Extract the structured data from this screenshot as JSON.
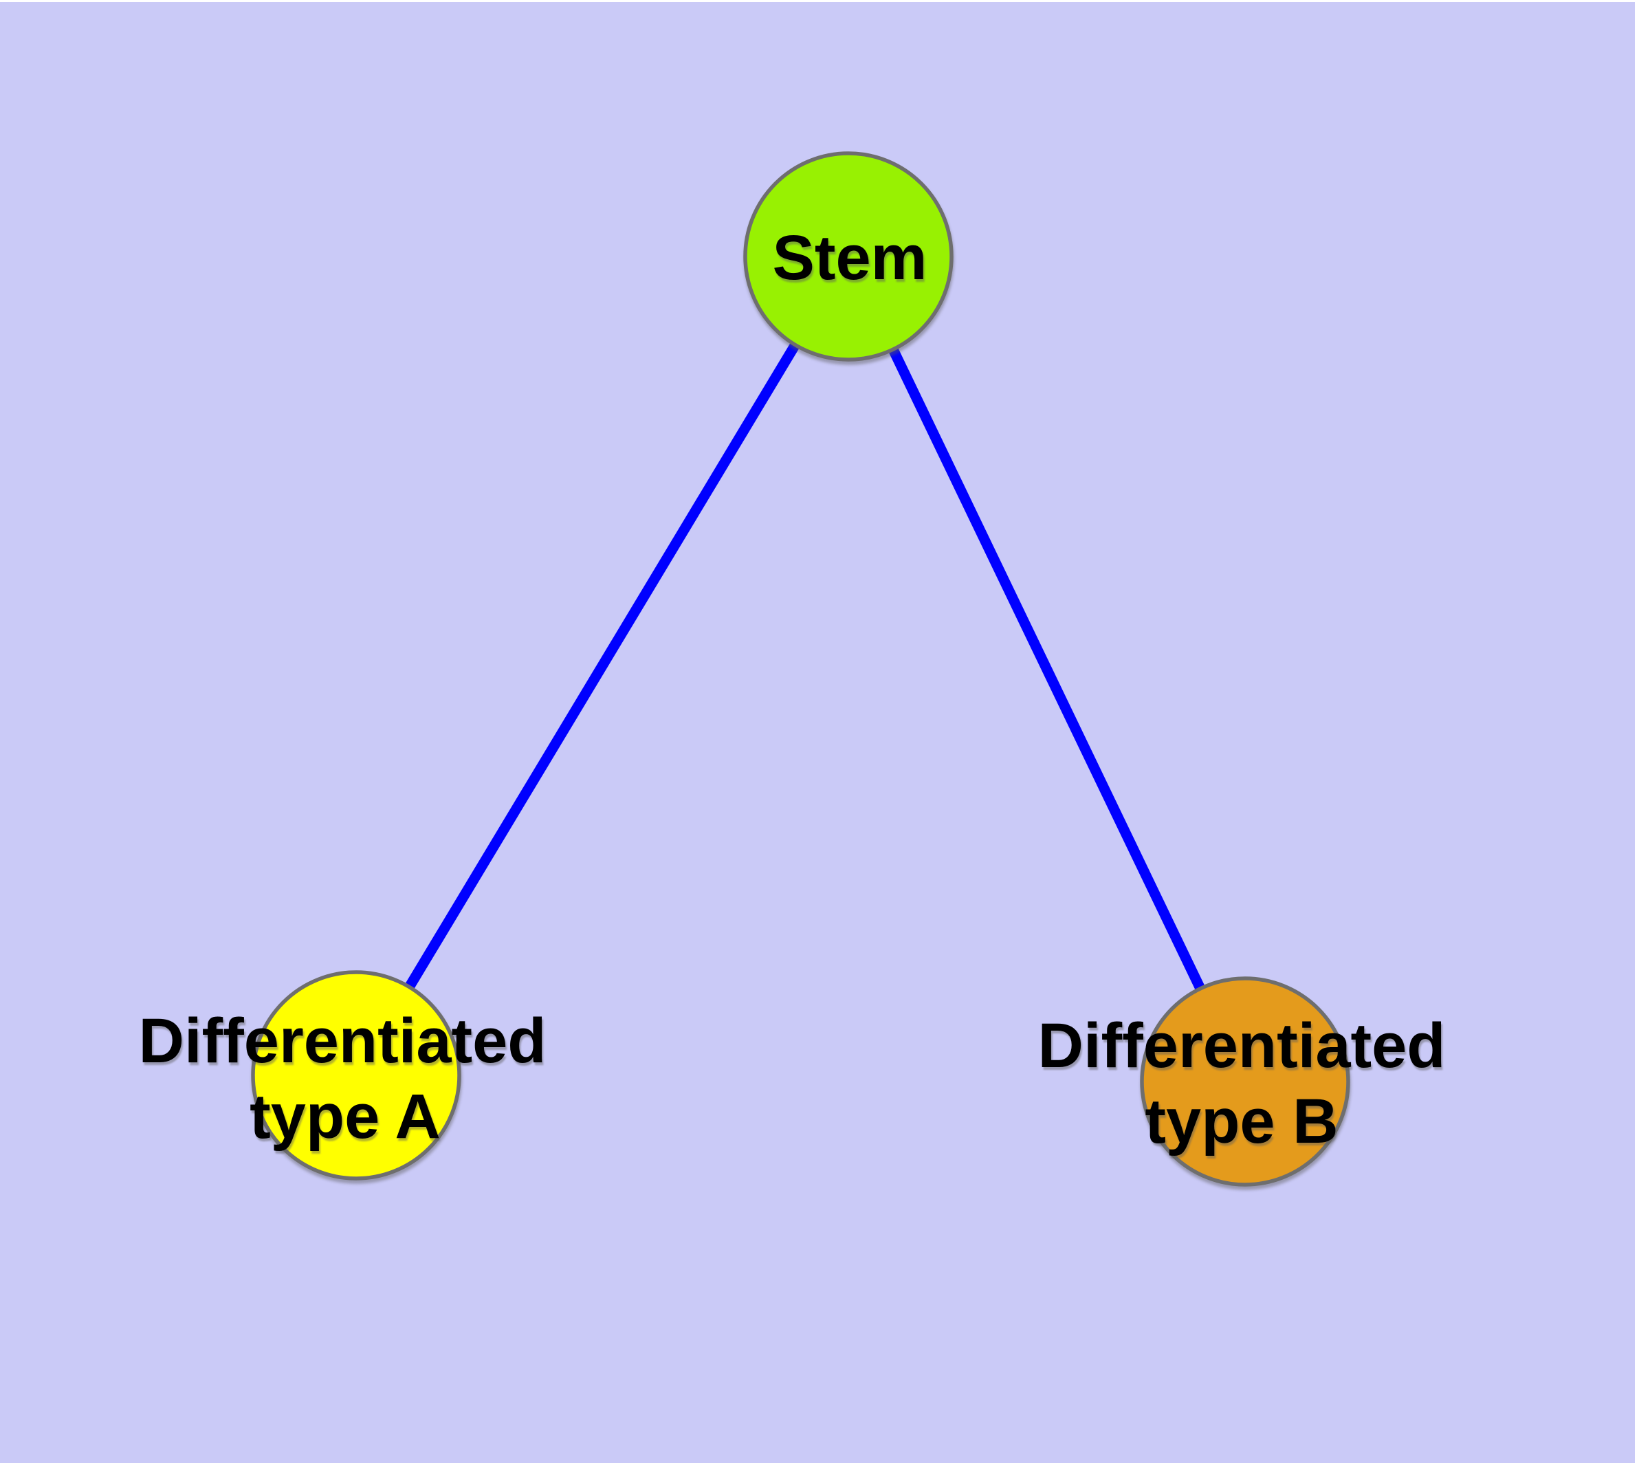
{
  "diagram": {
    "type": "graph",
    "description": "Stem cell differentiation tree with one parent node and two differentiated child nodes",
    "background_color": "#CACAF7",
    "page_margin_color": "#FFFFFF",
    "edge_color": "#0000FF",
    "node_border_color": "#6E6E6E",
    "label_color": "#000000",
    "nodes": [
      {
        "id": "stem",
        "label": "Stem",
        "fill": "#98F102"
      },
      {
        "id": "differentiated-type-a",
        "label": "Differentiated type A",
        "label_line1": "Differentiated",
        "label_line2": "type A",
        "fill": "#FFFF00"
      },
      {
        "id": "differentiated-type-b",
        "label": "Differentiated type B",
        "label_line1": "Differentiated",
        "label_line2": "type B",
        "fill": "#E49B1C"
      }
    ],
    "edges": [
      {
        "from": "Stem",
        "to": "Differentiated type A"
      },
      {
        "from": "Stem",
        "to": "Differentiated type B"
      }
    ]
  }
}
